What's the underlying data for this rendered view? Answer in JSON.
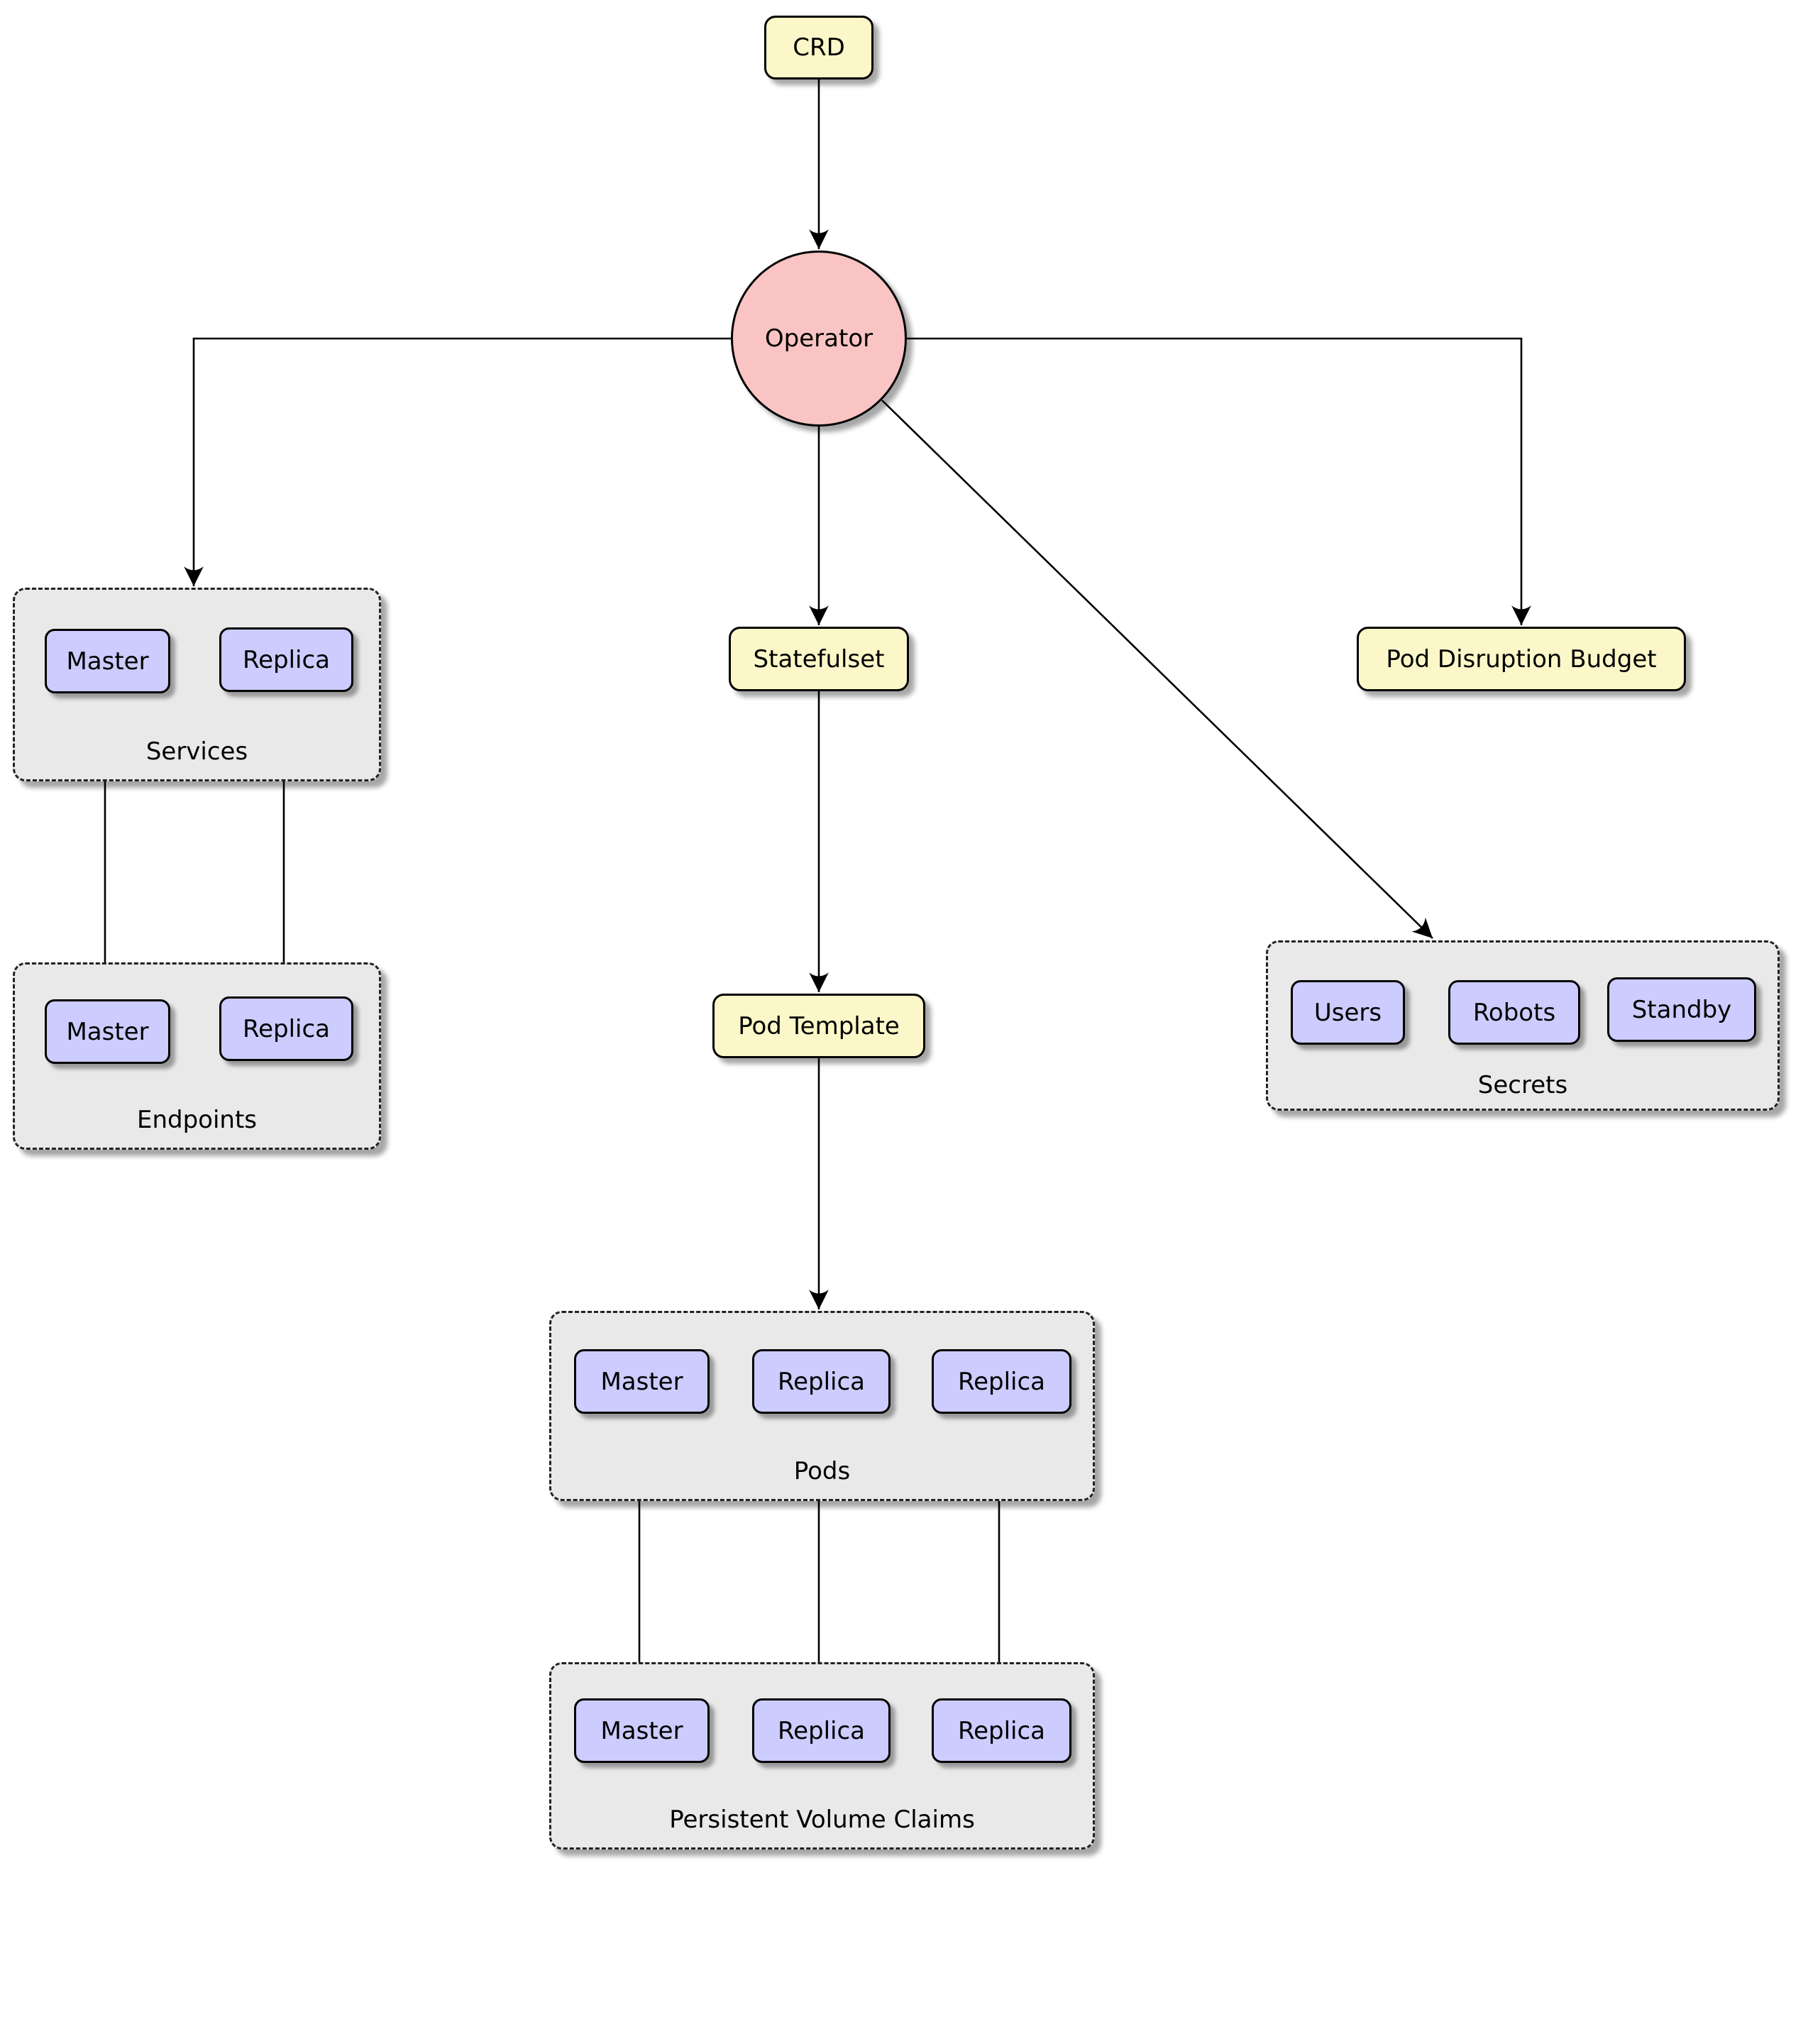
{
  "nodes": {
    "crd": {
      "label": "CRD"
    },
    "operator": {
      "label": "Operator"
    },
    "statefulset": {
      "label": "Statefulset"
    },
    "pod_disruption_budget": {
      "label": "Pod Disruption Budget"
    },
    "pod_template": {
      "label": "Pod Template"
    }
  },
  "groups": {
    "services": {
      "label": "Services",
      "items": [
        "Master",
        "Replica"
      ]
    },
    "endpoints": {
      "label": "Endpoints",
      "items": [
        "Master",
        "Replica"
      ]
    },
    "secrets": {
      "label": "Secrets",
      "items": [
        "Users",
        "Robots",
        "Standby"
      ]
    },
    "pods": {
      "label": "Pods",
      "items": [
        "Master",
        "Replica",
        "Replica"
      ]
    },
    "persistent_volume_claims": {
      "label": "Persistent Volume Claims",
      "items": [
        "Master",
        "Replica",
        "Replica"
      ]
    }
  },
  "edges": [
    {
      "from": "crd",
      "to": "operator"
    },
    {
      "from": "operator",
      "to": "services"
    },
    {
      "from": "operator",
      "to": "statefulset"
    },
    {
      "from": "operator",
      "to": "pod_disruption_budget"
    },
    {
      "from": "operator",
      "to": "secrets"
    },
    {
      "from": "services.master",
      "to": "endpoints.master"
    },
    {
      "from": "services.replica",
      "to": "endpoints.replica"
    },
    {
      "from": "statefulset",
      "to": "pod_template"
    },
    {
      "from": "pod_template",
      "to": "pods"
    },
    {
      "from": "pods.master",
      "to": "persistent_volume_claims.master"
    },
    {
      "from": "pods.replica1",
      "to": "persistent_volume_claims.replica1"
    },
    {
      "from": "pods.replica2",
      "to": "persistent_volume_claims.replica2"
    }
  ],
  "colors": {
    "node_yellow": "#FBF7C8",
    "node_purple": "#CCCCFF",
    "operator_pink": "#F9C4C3",
    "group_gray": "#E9E9E9",
    "edge_black": "#000000"
  }
}
